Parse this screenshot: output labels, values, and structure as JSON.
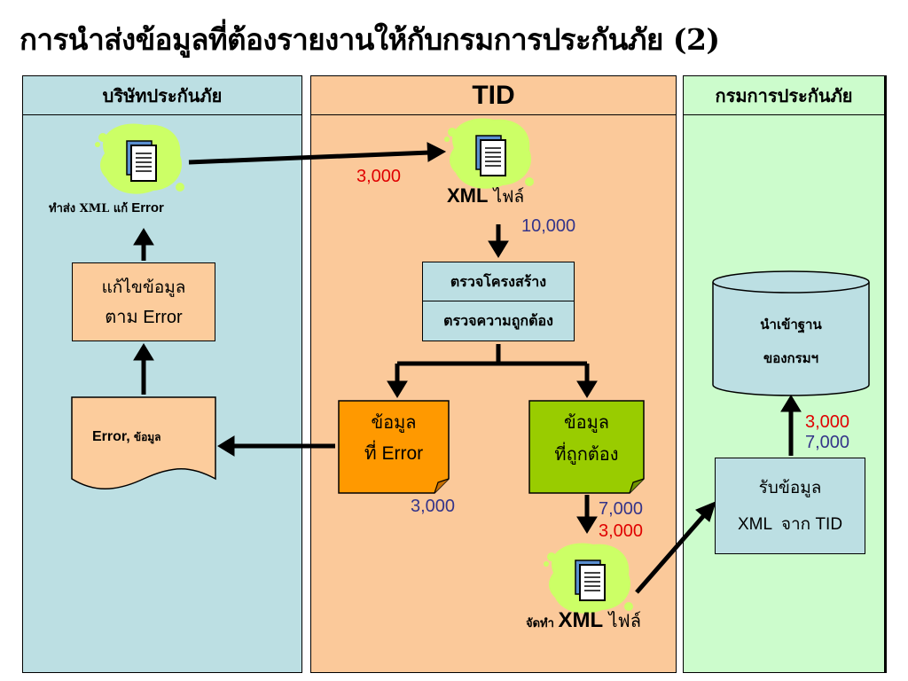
{
  "title": "การนำส่งข้อมูลที่ต้องรายงานให้กับกรมการประกันภัย (2)",
  "lanes": {
    "insurer": "บริษัทประกันภัย",
    "tid": "TID",
    "oic": "กรมการประกันภัย"
  },
  "insurer": {
    "resend_label_prefix": "ทำส่ง XML แก้",
    "resend_label_suffix": "Error",
    "fix_line1": "แก้ไขข้อมูล",
    "fix_line2": "ตาม Error",
    "error_doc_bold": "Error,",
    "error_doc_rest": " ข้อมูล"
  },
  "tid": {
    "xml_file_bold": "XML",
    "xml_file_rest": " ไฟล์",
    "check_structure": "ตรวจโครงสร้าง",
    "check_accuracy": "ตรวจความถูกต้อง",
    "error_note_line1": "ข้อมูล",
    "error_note_line2": "ที่ Error",
    "valid_note_line1": "ข้อมูล",
    "valid_note_line2": "ที่ถูกต้อง",
    "make_xml_prefix": "จัดทำ ",
    "make_xml_bold": "XML",
    "make_xml_rest": " ไฟล์"
  },
  "oic": {
    "db_line1": "นำเข้าฐาน",
    "db_line2": "ของกรมฯ",
    "receive_line1": "รับข้อมูล",
    "receive_line2": "XML  จาก TID"
  },
  "numbers": {
    "resend_count": "3,000",
    "xml_total": "10,000",
    "error_count": "3,000",
    "valid_count": "7,000",
    "resent_count": "3,000",
    "oic_resent": "3,000",
    "oic_valid": "7,000"
  },
  "colors": {
    "insurer_bg": "#bcdfe3",
    "tid_bg": "#fbc99a",
    "oic_bg": "#ccfccc",
    "error_note": "#ff9900",
    "valid_note": "#99cc00",
    "box_fill": "#fccc9c",
    "blob": "#ccff66",
    "red_text": "#e00000",
    "blue_text": "#34348a"
  }
}
